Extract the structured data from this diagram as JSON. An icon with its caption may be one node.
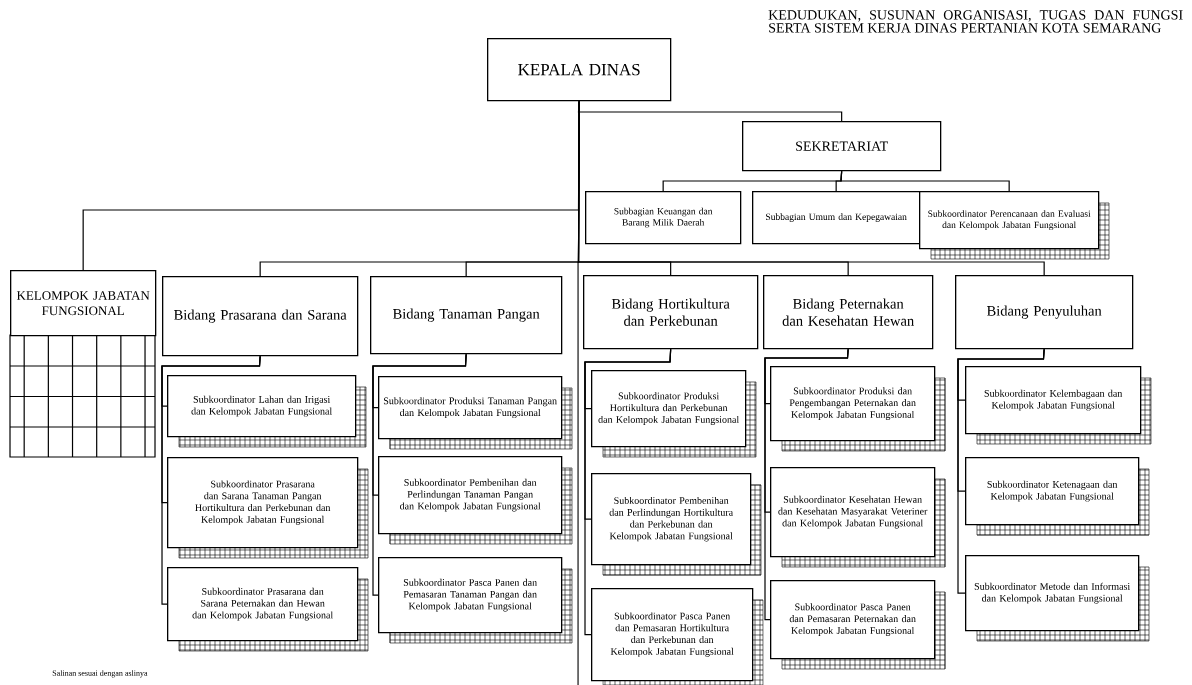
{
  "diagram": {
    "title": "KEDUDUKAN, SUSUNAN ORGANISASI, TUGAS DAN FUNGSI SERTA SISTEM KERJA DINAS PERTANIAN KOTA SEMARANG",
    "nodes": [
      {
        "text": [
          "KEPALA DINAS"
        ]
      },
      {
        "text": [
          "SEKRETARIAT"
        ]
      },
      {
        "text": [
          "Subbagian Keuangan dan Barang Milik Daerah"
        ]
      },
      {
        "text": [
          "Subbagian Umum dan Kepegawaian"
        ]
      },
      {
        "text": [
          "Subkoordinator Perencanaan dan Evaluasi dan Kelompok Jabatan Fungsional"
        ]
      },
      {
        "text": [
          "KELOMPOK JABATAN FUNGSIONAL"
        ]
      },
      {
        "text": [
          "Bidang Prasarana dan Sarana"
        ]
      },
      {
        "text": [
          "Bidang Tanaman Pangan"
        ]
      },
      {
        "text": [
          "Bidang Hortikultura dan Perkebunan"
        ]
      },
      {
        "text": [
          "Bidang Peternakan dan Kesehatan Hewan"
        ]
      },
      {
        "text": [
          "Bidang Penyuluhan"
        ]
      },
      {
        "text": [
          "Subkoordinator Lahan dan Irigasi dan Kelompok Jabatan Fungsional"
        ]
      },
      {
        "text": [
          "Subkoordinator Prasarana dan Sarana Tanaman Pangan Hortikultura dan Perkebunan dan Kelompok Jabatan Fungsional"
        ]
      },
      {
        "text": [
          "Subkoordinator Prasarana dan Sarana Peternakan dan Hewan dan Kelompok Jabatan Fungsional"
        ]
      },
      {
        "text": [
          "Subkoordinator Produksi Tanaman Pangan dan Kelompok Jabatan Fungsional"
        ]
      },
      {
        "text": [
          "Subkoordinator Pembenihan dan Perlindungan Tanaman Pangan dan Kelompok Jabatan Fungsional"
        ]
      },
      {
        "text": [
          "Subkoordinator Pasca Panen dan Pemasaran Tanaman Pangan dan Kelompok Jabatan Fungsional"
        ]
      },
      {
        "text": [
          "Subkoordinator Produksi Hortikultura dan Perkebunan dan Kelompok Jabatan Fungsional"
        ]
      },
      {
        "text": [
          "Subkoordinator Pembenihan dan Perlindungan Hortikultura dan Perkebunan dan Kelompok Jabatan Fungsional"
        ]
      },
      {
        "text": [
          "Subkoordinator Pasca Panen dan Pemasaran Hortikultura dan Perkebunan dan Kelompok Jabatan Fungsional"
        ]
      },
      {
        "text": [
          "Subkoordinator Produksi dan Pengembangan Peternakan dan Kelompok Jabatan Fungsional"
        ]
      },
      {
        "text": [
          "Subkoordinator Kesehatan Hewan dan Kesehatan Masyarakat Veteriner dan Kelompok Jabatan Fungsional"
        ]
      },
      {
        "text": [
          "Subkoordinator Pasca Panen dan Pemasaran Peternakan dan Kelompok Jabatan Fungsional"
        ]
      },
      {
        "text": [
          "Subkoordinator Kelembagaan dan Kelompok Jabatan Fungsional"
        ]
      },
      {
        "text": [
          "Subkoordinator Ketenagaan dan Kelompok Jabatan Fungsional"
        ]
      },
      {
        "text": [
          "Subkoordinator Metode dan Informasi dan Kelompok Jabatan Fungsional"
        ]
      }
    ],
    "edges": [
      {
        "from": 0,
        "to": 1,
        "arrow": "none"
      },
      {
        "from": 1,
        "to": 2,
        "arrow": "none"
      },
      {
        "from": 1,
        "to": 3,
        "arrow": "none"
      },
      {
        "from": 1,
        "to": 4,
        "arrow": "none"
      },
      {
        "from": 0,
        "to": 5,
        "arrow": "none"
      },
      {
        "from": 0,
        "to": 6,
        "arrow": "none"
      },
      {
        "from": 0,
        "to": 7,
        "arrow": "none"
      },
      {
        "from": 0,
        "to": 8,
        "arrow": "none"
      },
      {
        "from": 0,
        "to": 9,
        "arrow": "none"
      },
      {
        "from": 0,
        "to": 10,
        "arrow": "none"
      },
      {
        "from": 6,
        "to": 11,
        "arrow": "none"
      },
      {
        "from": 6,
        "to": 12,
        "arrow": "none"
      },
      {
        "from": 6,
        "to": 13,
        "arrow": "none"
      },
      {
        "from": 7,
        "to": 14,
        "arrow": "none"
      },
      {
        "from": 7,
        "to": 15,
        "arrow": "none"
      },
      {
        "from": 7,
        "to": 16,
        "arrow": "none"
      },
      {
        "from": 8,
        "to": 17,
        "arrow": "none"
      },
      {
        "from": 8,
        "to": 18,
        "arrow": "none"
      },
      {
        "from": 8,
        "to": 19,
        "arrow": "none"
      },
      {
        "from": 9,
        "to": 20,
        "arrow": "none"
      },
      {
        "from": 9,
        "to": 21,
        "arrow": "none"
      },
      {
        "from": 9,
        "to": 22,
        "arrow": "none"
      },
      {
        "from": 10,
        "to": 23,
        "arrow": "none"
      },
      {
        "from": 10,
        "to": 24,
        "arrow": "none"
      },
      {
        "from": 10,
        "to": 25,
        "arrow": "none"
      }
    ],
    "labels": [
      "Salinan sesuai dengan aslinya"
    ]
  }
}
